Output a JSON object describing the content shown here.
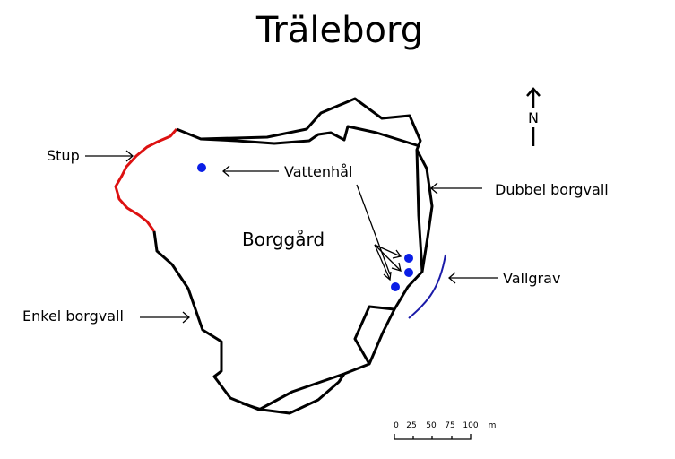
{
  "title": "Träleborg",
  "labels": {
    "stup": "Stup",
    "vattenhal": "Vattenhål",
    "dubbel": "Dubbel borgvall",
    "borggard": "Borggård",
    "vallgrav": "Vallgrav",
    "enkel": "Enkel borgvall"
  },
  "north": "N",
  "scale": {
    "ticks": [
      "0",
      "25",
      "50",
      "75",
      "100"
    ],
    "unit": "m"
  },
  "colors": {
    "wall": "#000000",
    "cliff": "#dd1111",
    "moat": "#1a1aa8",
    "well": "#0a1ee6"
  }
}
